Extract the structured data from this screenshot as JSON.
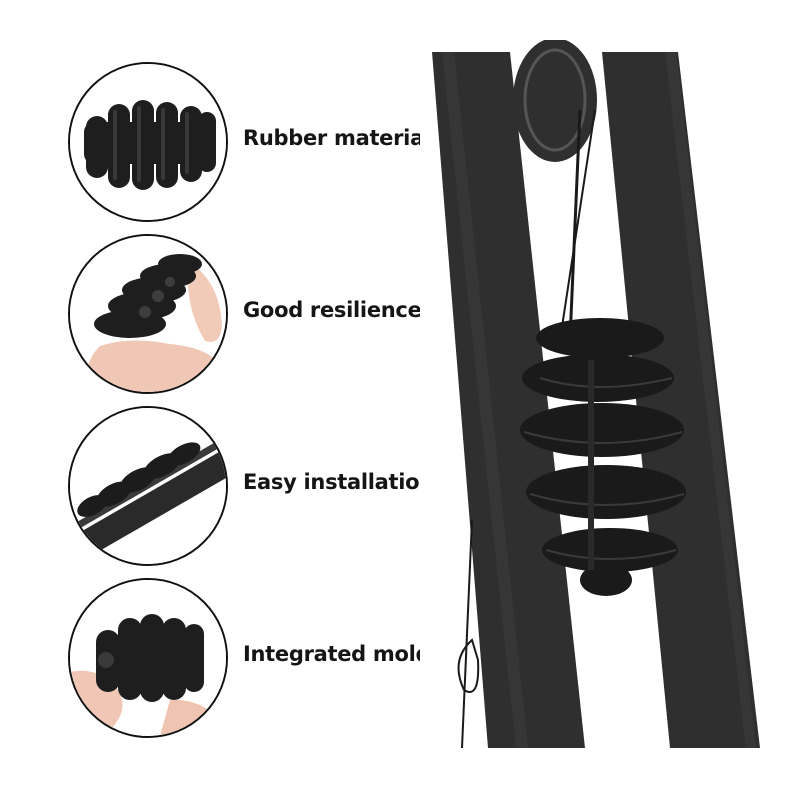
{
  "features": [
    {
      "label": "Rubber material"
    },
    {
      "label": "Good resilience"
    },
    {
      "label": "Easy installation"
    },
    {
      "label": "Integrated molding"
    }
  ],
  "colors": {
    "rubber": "#1d1d1d",
    "limb": "#2e2e2e",
    "skin": "#f0c7b4",
    "border": "#111111",
    "text": "#151515"
  }
}
